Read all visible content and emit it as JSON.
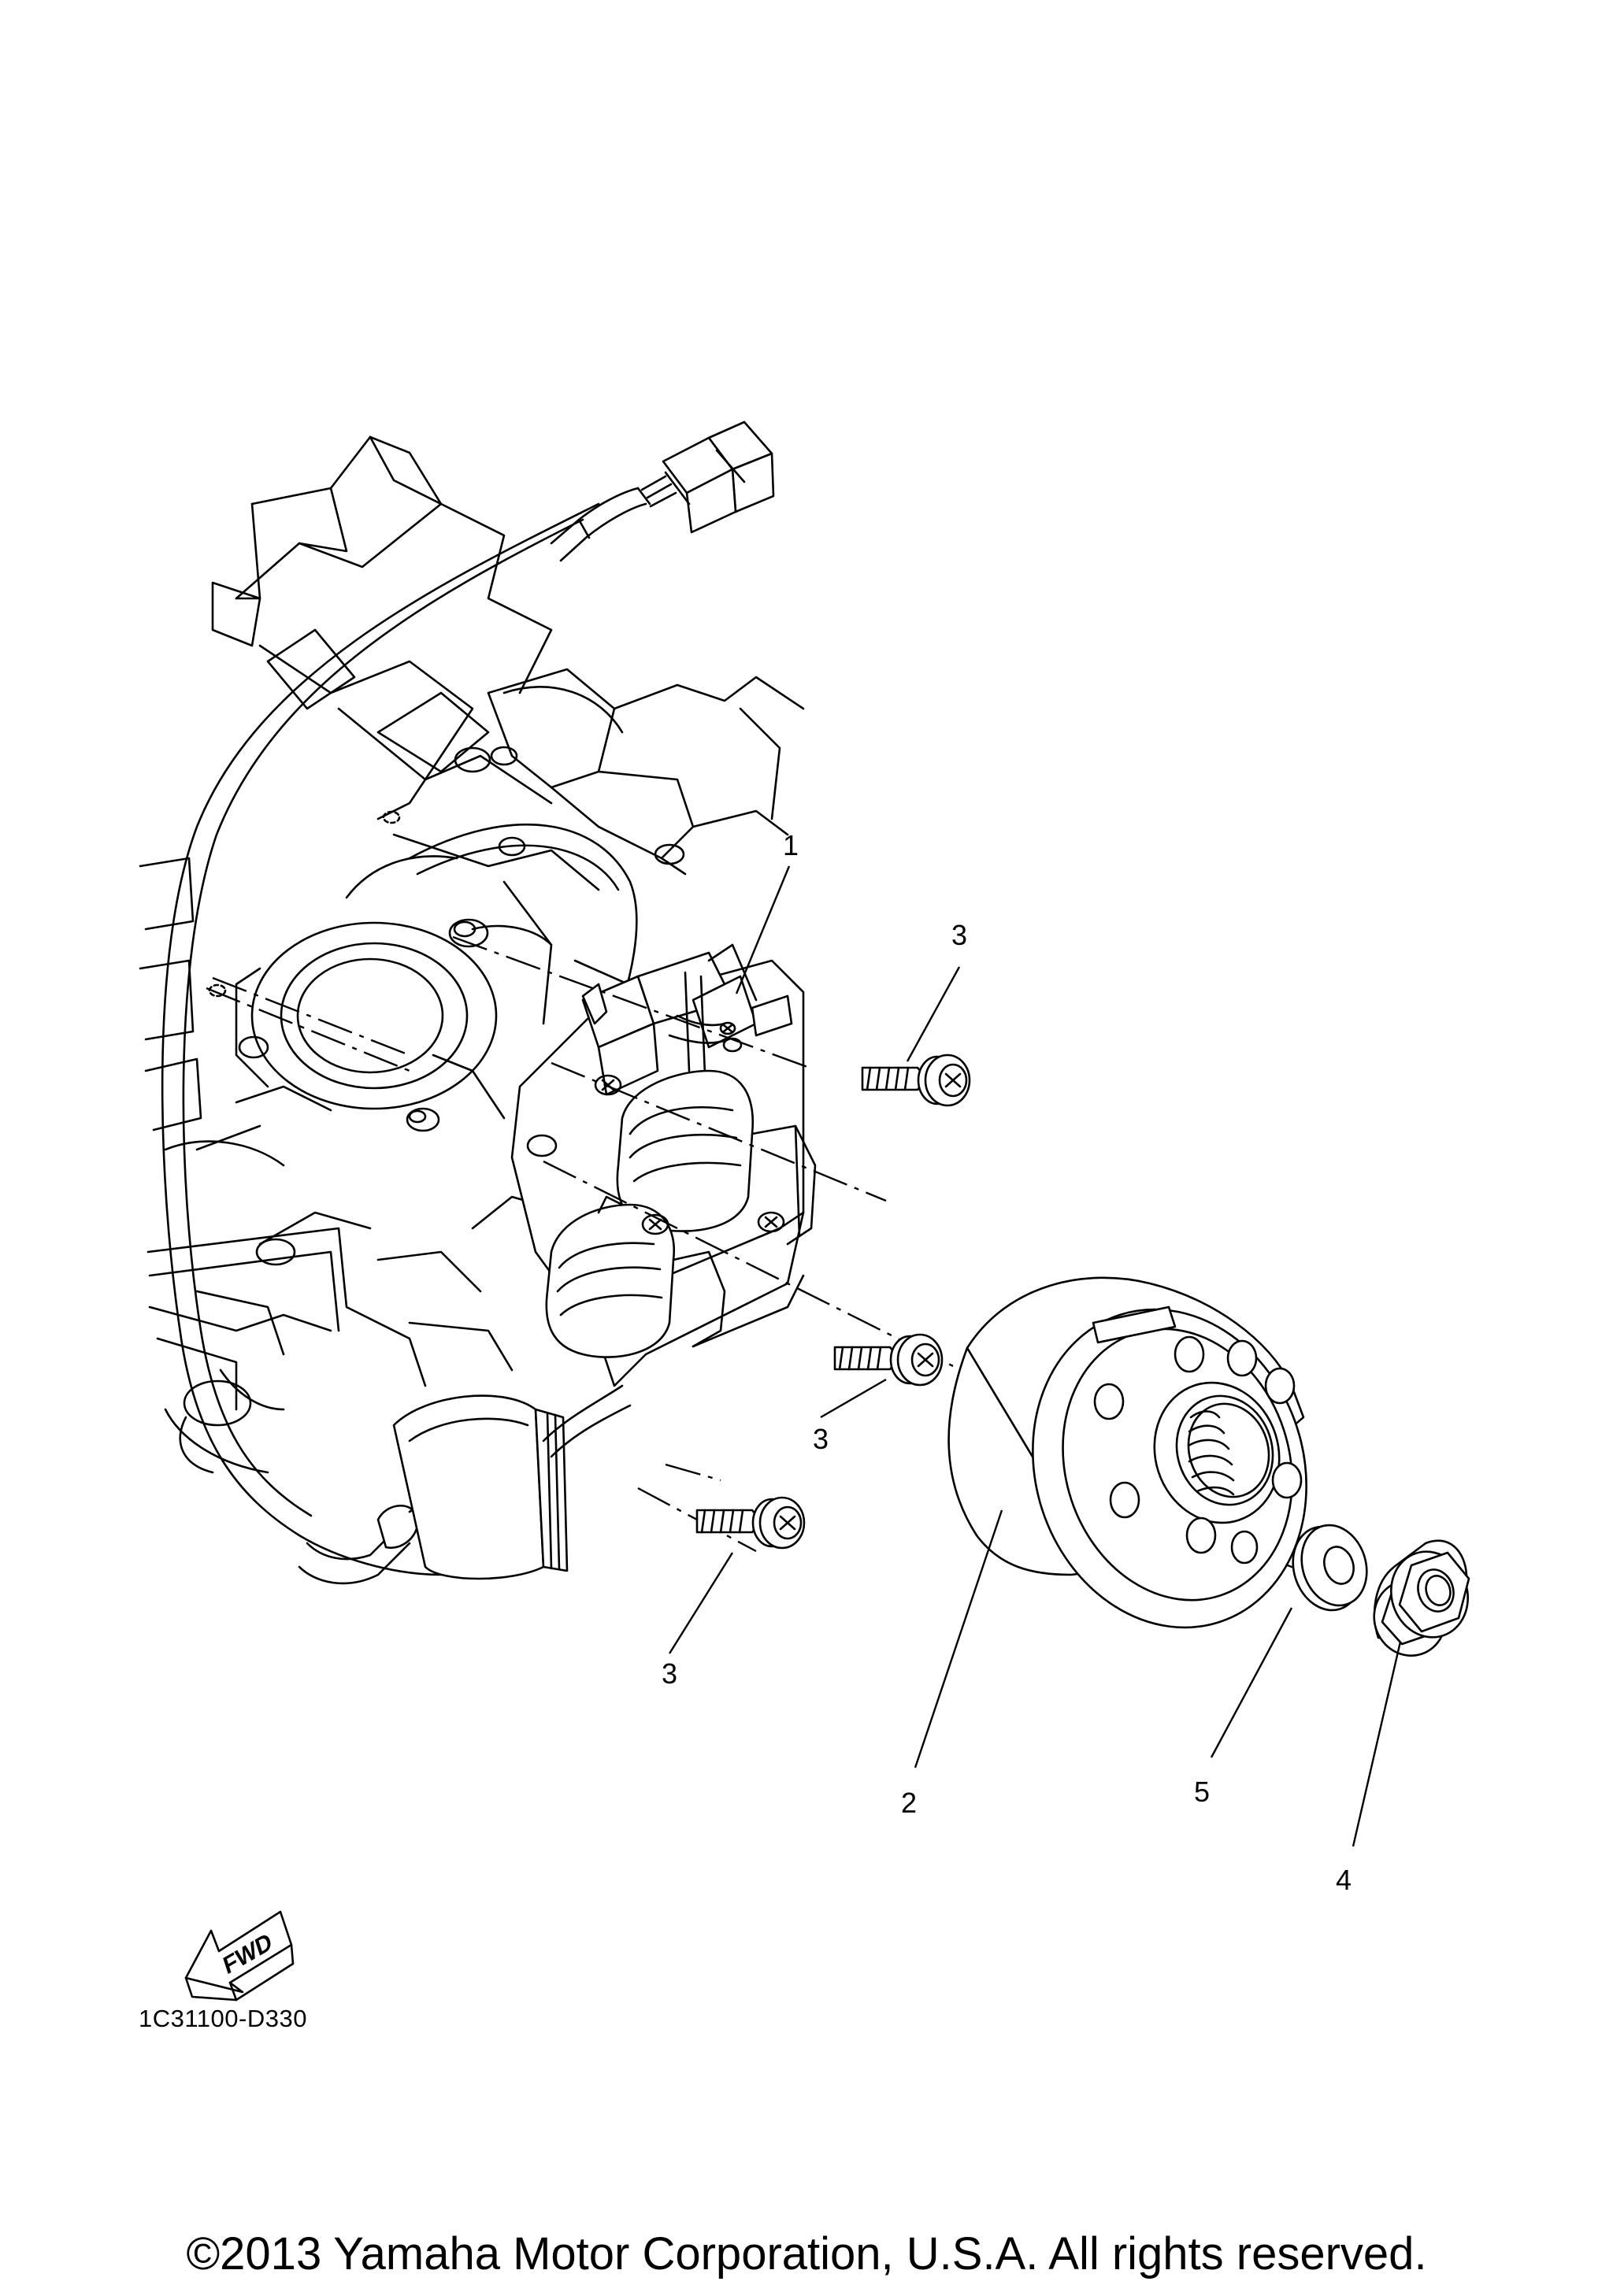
{
  "callouts": [
    {
      "id": "1",
      "label": "1"
    },
    {
      "id": "2",
      "label": "2"
    },
    {
      "id": "3",
      "label": "3"
    },
    {
      "id": "4",
      "label": "4"
    },
    {
      "id": "5",
      "label": "5"
    }
  ],
  "fwd_label": "FWD",
  "diagram_code": "1C31100-D330",
  "copyright": "©2013 Yamaha Motor Corporation, U.S.A. All rights reserved."
}
